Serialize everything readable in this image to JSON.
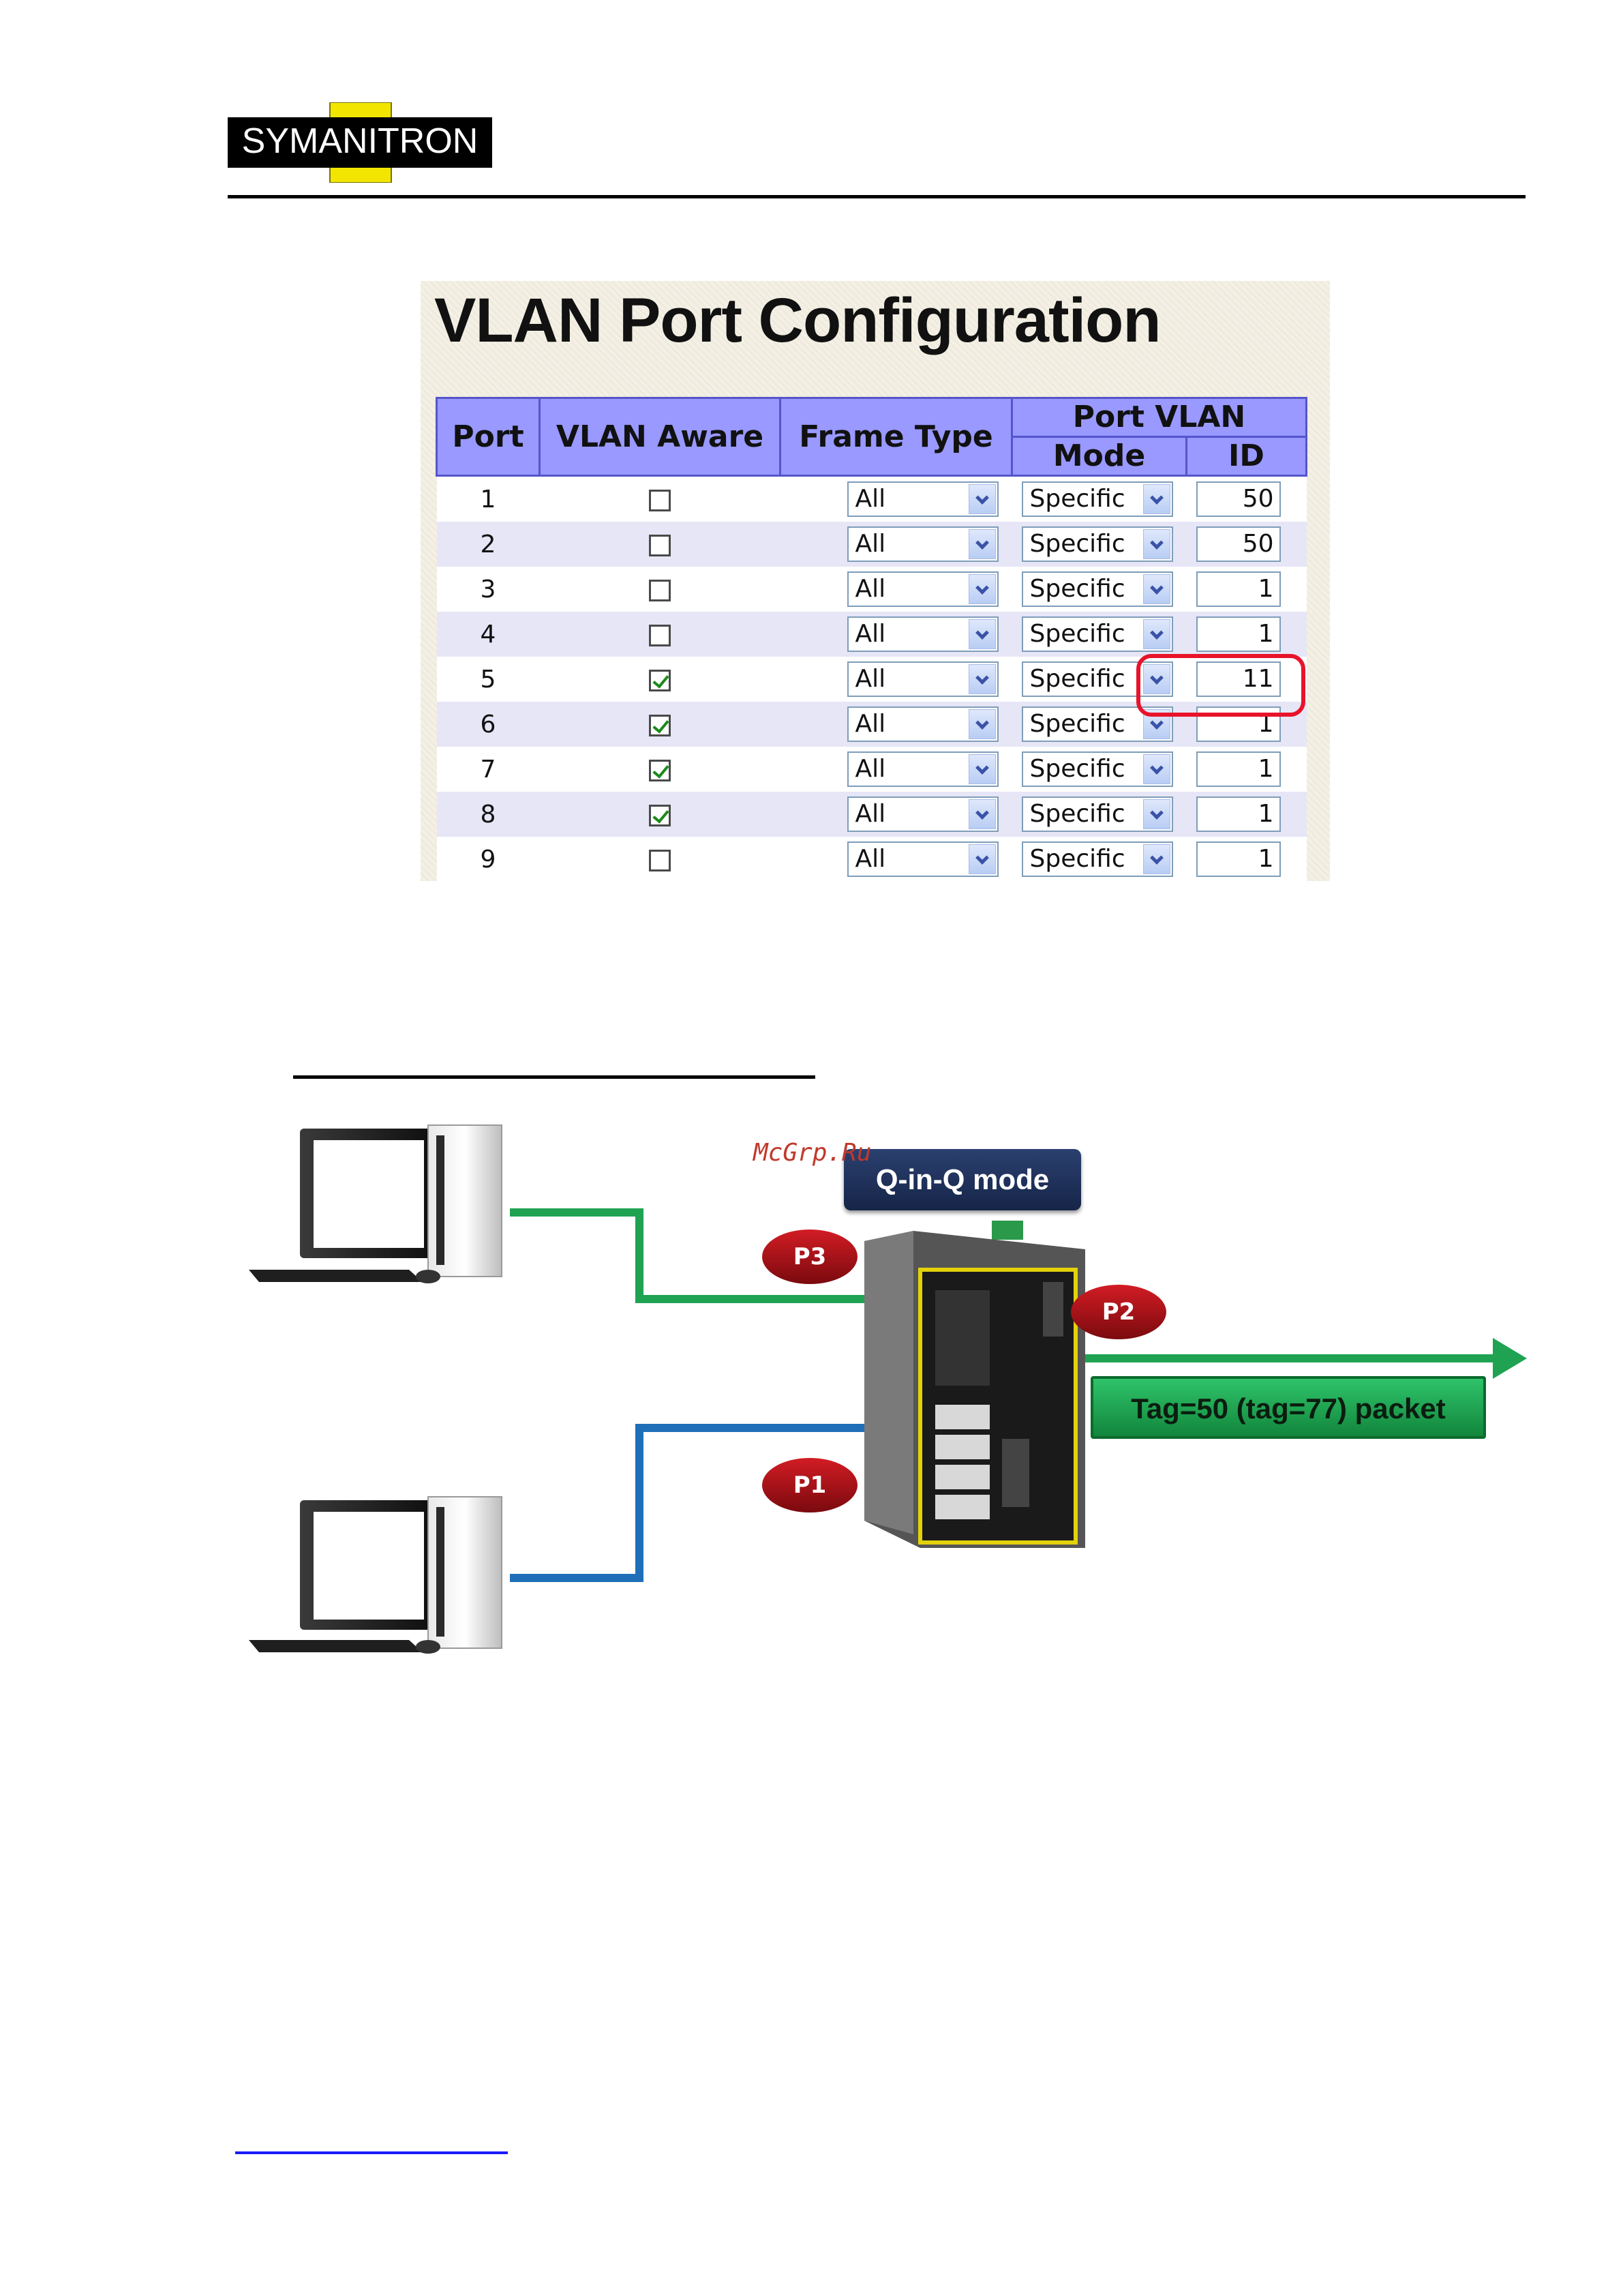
{
  "header": {
    "logo_text": "SYMANITRON"
  },
  "screenshot": {
    "title": "VLAN Port Configuration",
    "columns": {
      "port": "Port",
      "vlan_aware": "VLAN Aware",
      "frame_type": "Frame Type",
      "port_vlan": "Port VLAN",
      "mode": "Mode",
      "id": "ID"
    },
    "rows": [
      {
        "port": "1",
        "vlan_aware": false,
        "frame_type": "All",
        "mode": "Specific",
        "id": "50"
      },
      {
        "port": "2",
        "vlan_aware": false,
        "frame_type": "All",
        "mode": "Specific",
        "id": "50"
      },
      {
        "port": "3",
        "vlan_aware": false,
        "frame_type": "All",
        "mode": "Specific",
        "id": "1"
      },
      {
        "port": "4",
        "vlan_aware": false,
        "frame_type": "All",
        "mode": "Specific",
        "id": "1"
      },
      {
        "port": "5",
        "vlan_aware": true,
        "frame_type": "All",
        "mode": "Specific",
        "id": "11"
      },
      {
        "port": "6",
        "vlan_aware": true,
        "frame_type": "All",
        "mode": "Specific",
        "id": "1"
      },
      {
        "port": "7",
        "vlan_aware": true,
        "frame_type": "All",
        "mode": "Specific",
        "id": "1"
      },
      {
        "port": "8",
        "vlan_aware": true,
        "frame_type": "All",
        "mode": "Specific",
        "id": "1"
      },
      {
        "port": "9",
        "vlan_aware": false,
        "frame_type": "All",
        "mode": "Specific",
        "id": "1"
      }
    ],
    "highlight_color": "#e8132a",
    "header_color": "#9999ff"
  },
  "diagram": {
    "watermark": "McGrp.Ru",
    "mode_label": "Q-in-Q mode",
    "ports": {
      "p1": "P1",
      "p2": "P2",
      "p3": "P3"
    },
    "packet_label": "Tag=50 (tag=77) packet",
    "colors": {
      "green_link": "#1fa352",
      "blue_link": "#1f6fb8",
      "badge": "#b01218"
    }
  }
}
